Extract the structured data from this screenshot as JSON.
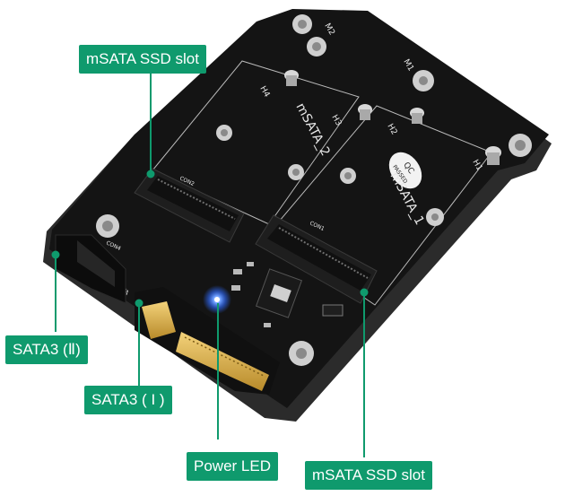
{
  "callouts": {
    "msata_top": "mSATA SSD slot",
    "sata3_ii": "SATA3 (Ⅱ)",
    "sata3_i": "SATA3 ( I )",
    "power_led": "Power LED",
    "msata_bottom": "mSATA SSD slot"
  },
  "board": {
    "slot1_label": "mSATA_1",
    "slot2_label": "mSATA_2",
    "qc_badge_top": "QC",
    "qc_badge_bottom": "PASSED",
    "holes": [
      "H1",
      "H2",
      "H3",
      "H4"
    ],
    "mounts": [
      "M1",
      "M2"
    ],
    "connectors": [
      "CON1",
      "CON2",
      "CON4"
    ],
    "sata_text": "SATA"
  },
  "colors": {
    "callout_green": "#0f9a6d",
    "pcb": "#141414",
    "led": "#2f6bff"
  }
}
